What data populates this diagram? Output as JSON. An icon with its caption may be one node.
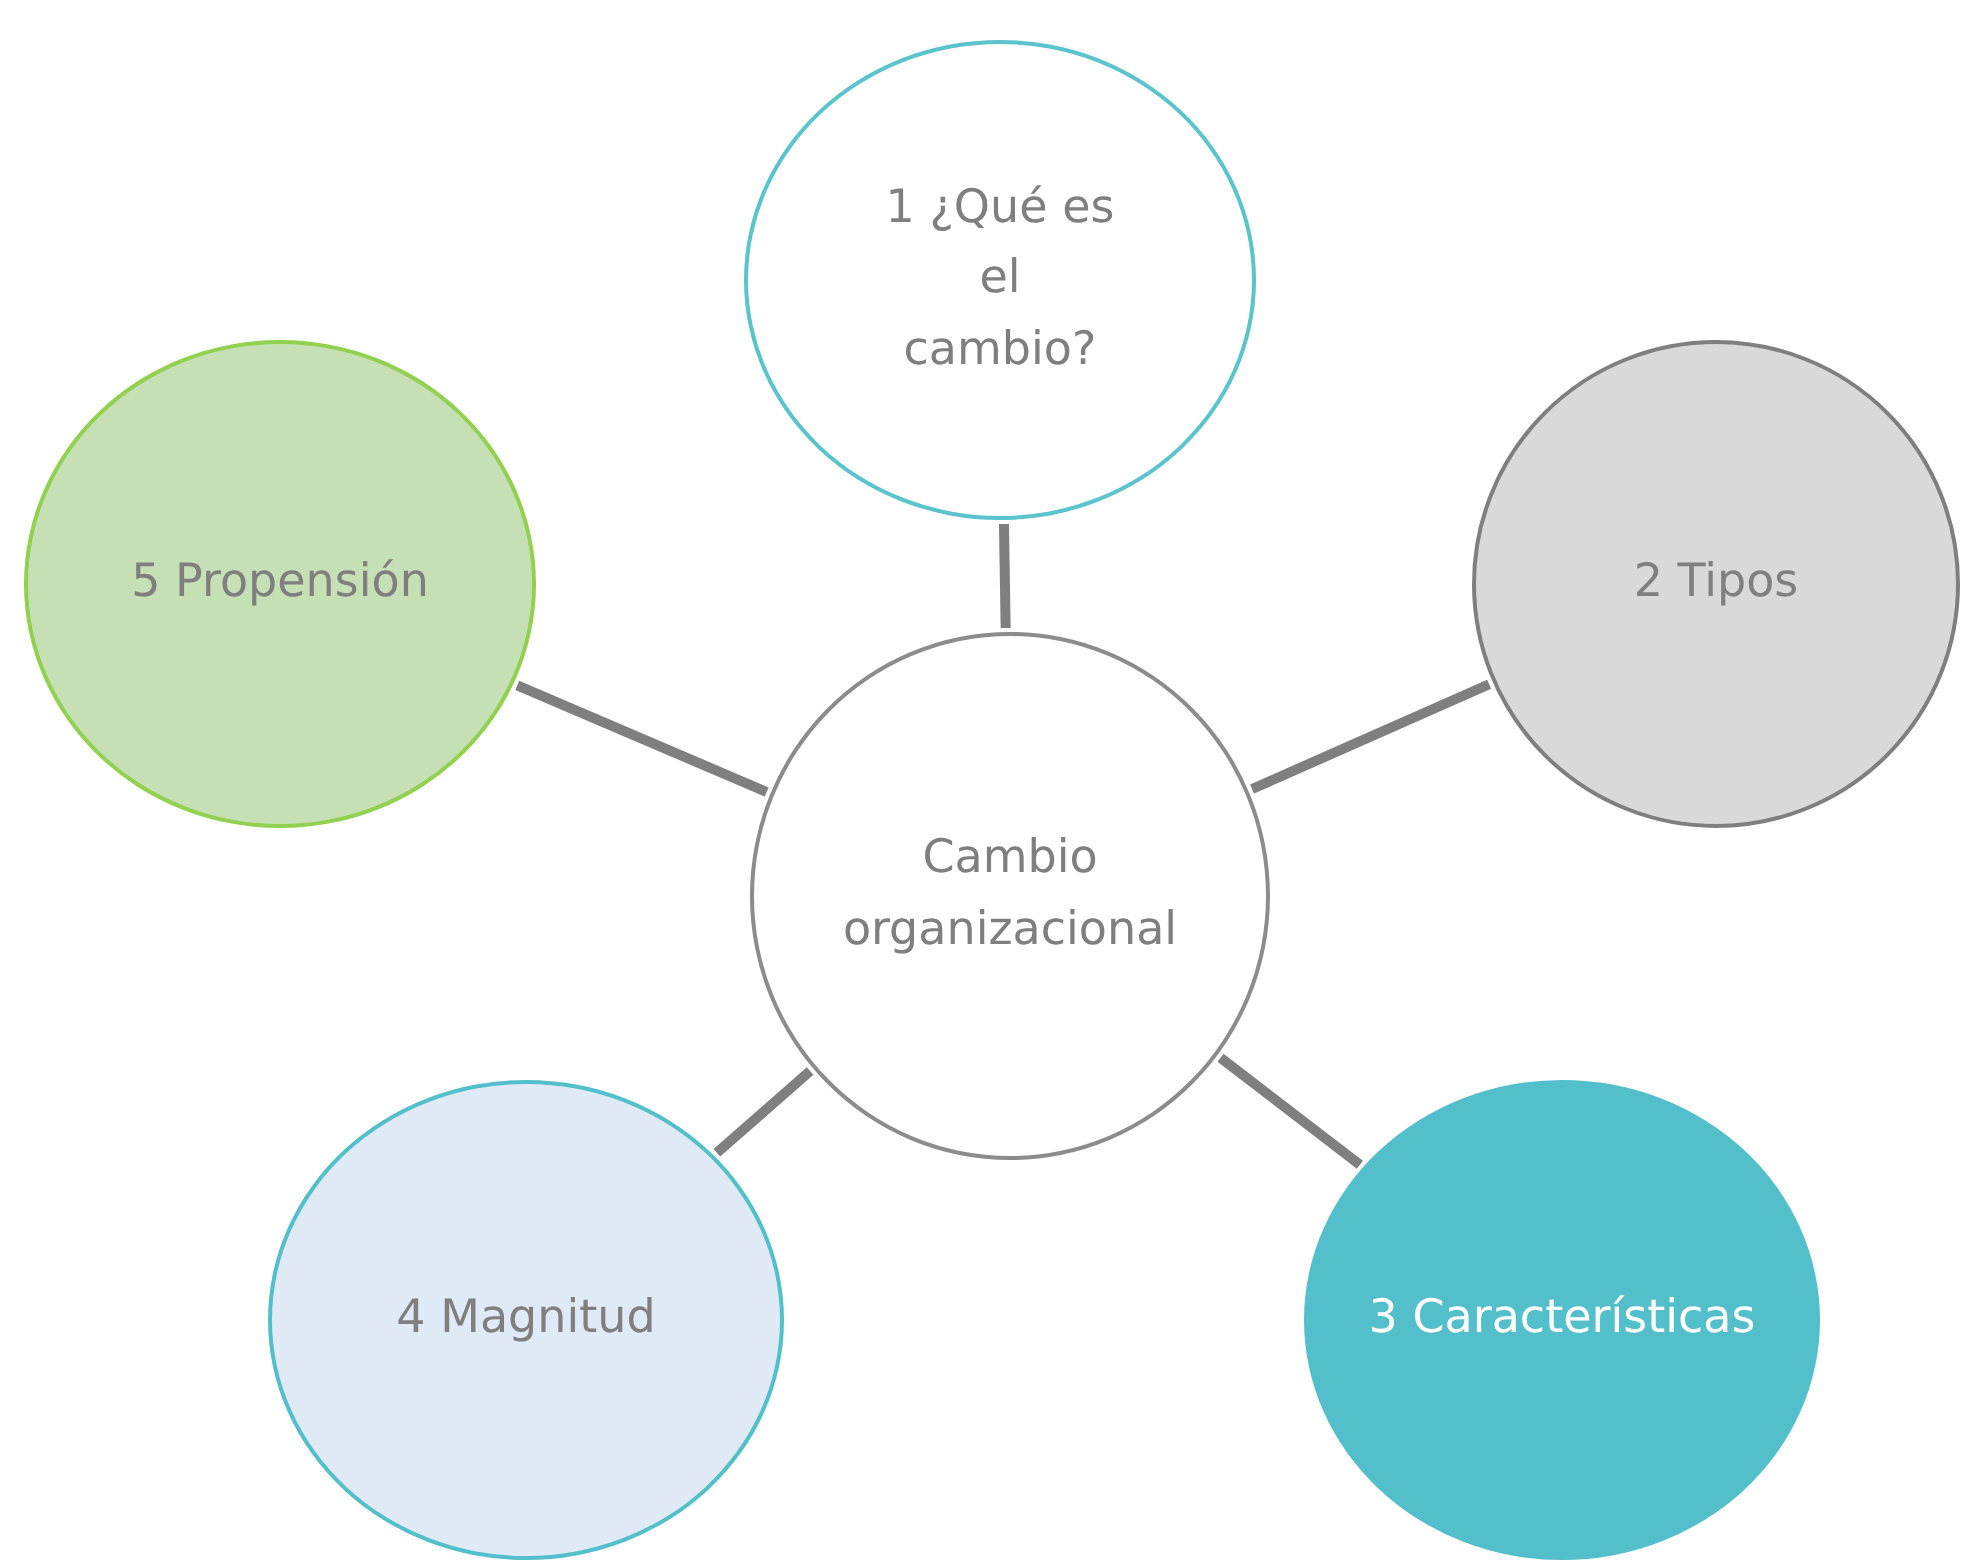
{
  "diagram": {
    "nodes": [
      {
        "text": [
          "Cambio organizacional"
        ]
      },
      {
        "text": [
          "1 ¿Qué es el cambio?"
        ]
      },
      {
        "text": [
          "2 Tipos"
        ]
      },
      {
        "text": [
          "3 Características"
        ]
      },
      {
        "text": [
          "4 Magnitud"
        ]
      },
      {
        "text": [
          "5 Propensión"
        ]
      }
    ],
    "edges": [
      {
        "from": 0,
        "to": 1,
        "arrow": "none"
      },
      {
        "from": 0,
        "to": 2,
        "arrow": "none"
      },
      {
        "from": 0,
        "to": 3,
        "arrow": "none"
      },
      {
        "from": 0,
        "to": 4,
        "arrow": "none"
      },
      {
        "from": 0,
        "to": 5,
        "arrow": "none"
      }
    ]
  }
}
